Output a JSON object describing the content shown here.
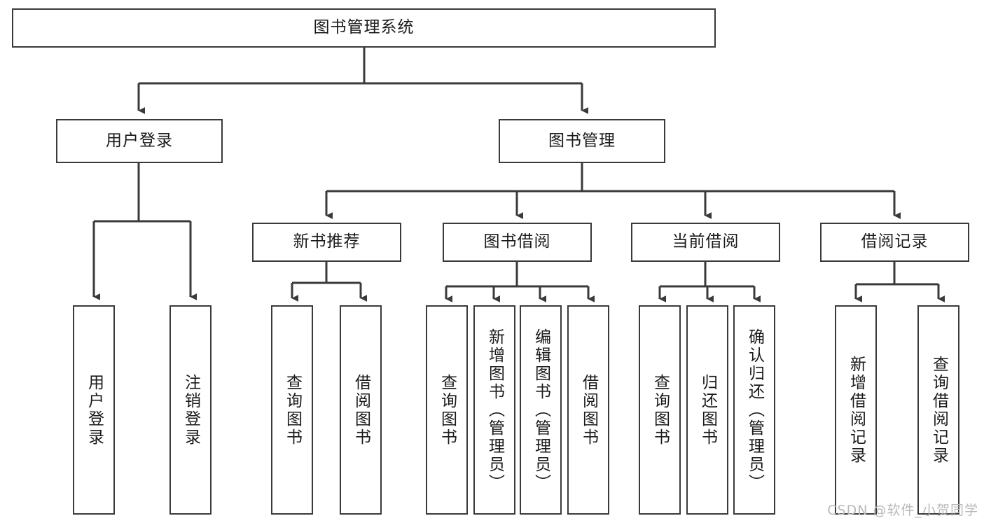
{
  "diagram": {
    "type": "tree-hierarchy",
    "title": "图书管理系统",
    "root": {
      "label": "图书管理系统"
    },
    "level1": [
      {
        "id": "user-login",
        "label": "用户登录"
      },
      {
        "id": "book-management",
        "label": "图书管理"
      }
    ],
    "level2": [
      {
        "id": "new-book-recommend",
        "label": "新书推荐",
        "parent": "book-management"
      },
      {
        "id": "book-borrow",
        "label": "图书借阅",
        "parent": "book-management"
      },
      {
        "id": "current-borrow",
        "label": "当前借阅",
        "parent": "book-management"
      },
      {
        "id": "borrow-record",
        "label": "借阅记录",
        "parent": "book-management"
      }
    ],
    "leaves": [
      {
        "id": "leaf-user-login",
        "label": "用户登录",
        "parent": "user-login"
      },
      {
        "id": "leaf-logout-login",
        "label": "注销登录",
        "parent": "user-login"
      },
      {
        "id": "leaf-query-book-1",
        "label": "查询图书",
        "parent": "new-book-recommend"
      },
      {
        "id": "leaf-borrow-book-1",
        "label": "借阅图书",
        "parent": "new-book-recommend"
      },
      {
        "id": "leaf-query-book-2",
        "label": "查询图书",
        "parent": "book-borrow"
      },
      {
        "id": "leaf-add-book",
        "label": "新增图书（管理员）",
        "parent": "book-borrow"
      },
      {
        "id": "leaf-edit-book",
        "label": "编辑图书（管理员）",
        "parent": "book-borrow"
      },
      {
        "id": "leaf-borrow-book-2",
        "label": "借阅图书",
        "parent": "book-borrow"
      },
      {
        "id": "leaf-query-book-3",
        "label": "查询图书",
        "parent": "current-borrow"
      },
      {
        "id": "leaf-return-book",
        "label": "归还图书",
        "parent": "current-borrow"
      },
      {
        "id": "leaf-confirm-return",
        "label": "确认归还（管理员）",
        "parent": "current-borrow"
      },
      {
        "id": "leaf-add-record",
        "label": "新增借阅记录",
        "parent": "borrow-record"
      },
      {
        "id": "leaf-query-record",
        "label": "查询借阅记录",
        "parent": "borrow-record"
      }
    ],
    "colors": {
      "node_border": "#3a3a3a",
      "node_fill": "#ffffff",
      "edge": "#3a3a3a",
      "text": "#1a1a1a",
      "watermark": "#b9b9b9",
      "background": "#ffffff"
    }
  },
  "watermark": {
    "text": "CSDN @软件_小贺同学"
  }
}
